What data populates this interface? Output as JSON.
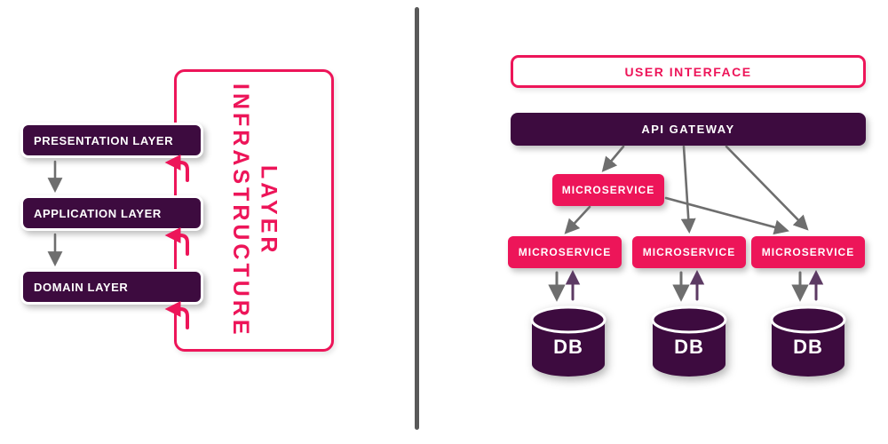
{
  "left_panel": {
    "layers": [
      {
        "label": "PRESENTATION LAYER"
      },
      {
        "label": "APPLICATION LAYER"
      },
      {
        "label": "DOMAIN LAYER"
      }
    ],
    "infrastructure": {
      "line1": "INFRASTRUCTURE",
      "line2": "LAYER"
    }
  },
  "right_panel": {
    "user_interface": {
      "label": "USER INTERFACE"
    },
    "api_gateway": {
      "label": "API GATEWAY"
    },
    "microservices": [
      {
        "label": "MICROSERVICE"
      },
      {
        "label": "MICROSERVICE"
      },
      {
        "label": "MICROSERVICE"
      },
      {
        "label": "MICROSERVICE"
      }
    ],
    "databases": [
      {
        "label": "DB"
      },
      {
        "label": "DB"
      },
      {
        "label": "DB"
      }
    ]
  },
  "colors": {
    "pink": "#ED1559",
    "dark_purple": "#3D0B3F",
    "arrow_gray": "#6E6E6E",
    "arrow_purple": "#5C3A63",
    "divider_gray": "#595959",
    "white": "#FFFFFF"
  }
}
